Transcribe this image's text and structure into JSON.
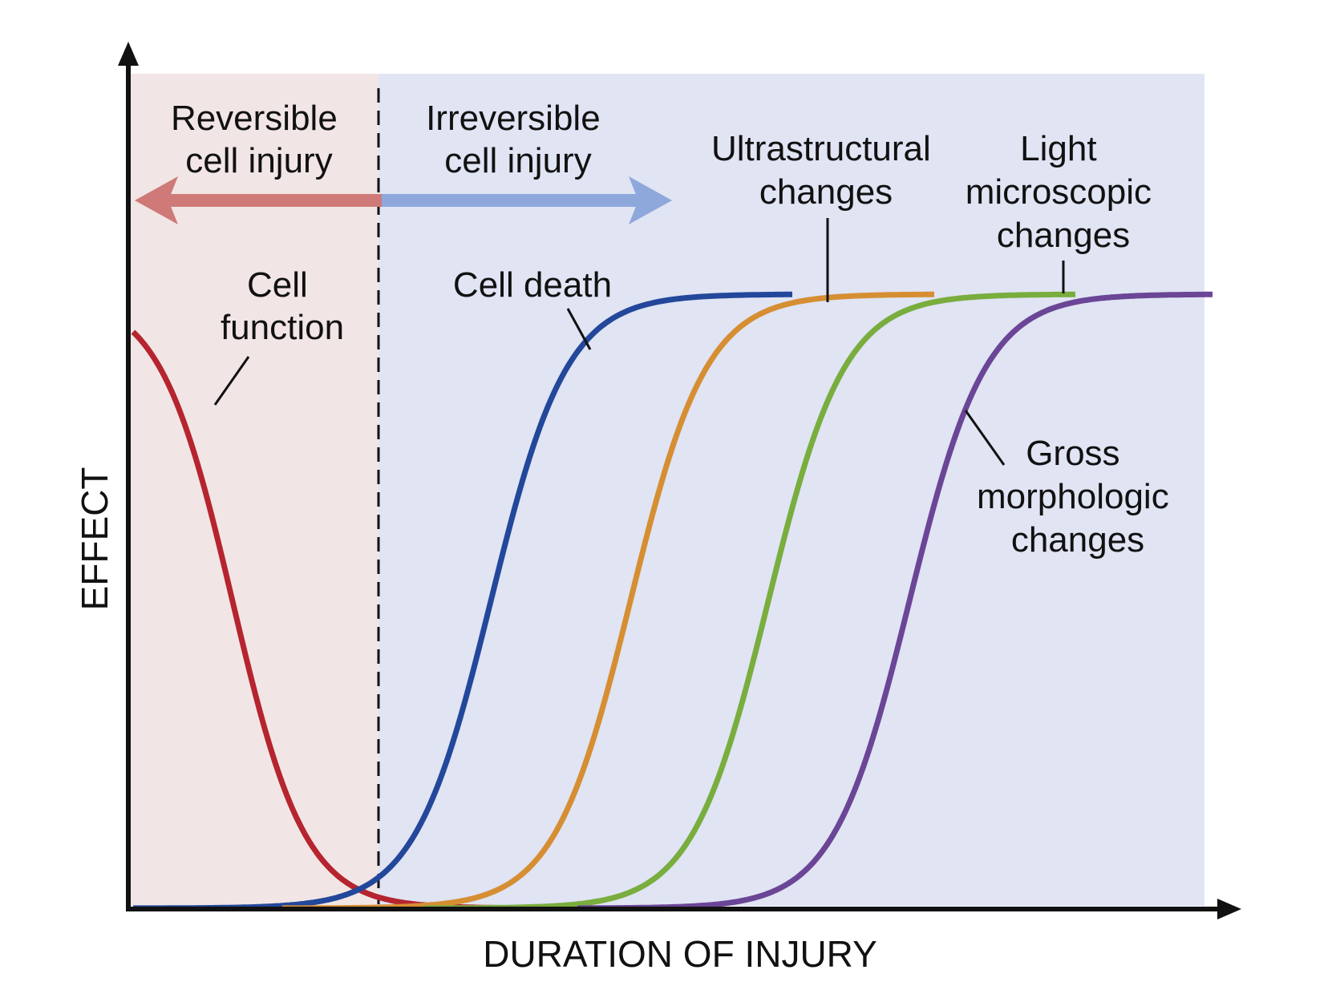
{
  "axes": {
    "x_label": "DURATION OF INJURY",
    "y_label": "EFFECT"
  },
  "regions": {
    "reversible": {
      "label": [
        "Reversible",
        "cell injury"
      ],
      "color": "#f1e6e5"
    },
    "irreversible": {
      "label": [
        "Irreversible",
        "cell injury"
      ],
      "color": "#e0e4f3"
    }
  },
  "arrows": {
    "left_color": "#cf7a78",
    "right_color": "#8ea8dc"
  },
  "curves": [
    {
      "id": "cell-function",
      "label": [
        "Cell",
        "function"
      ],
      "color": "#b5242f",
      "direction": "decreasing"
    },
    {
      "id": "cell-death",
      "label": [
        "Cell death"
      ],
      "color": "#23479a",
      "direction": "increasing"
    },
    {
      "id": "ultrastructural",
      "label": [
        "Ultrastructural",
        "changes"
      ],
      "color": "#d68e33",
      "direction": "increasing"
    },
    {
      "id": "light-microscopic",
      "label": [
        "Light",
        "microscopic",
        "changes"
      ],
      "color": "#79ad3e",
      "direction": "increasing"
    },
    {
      "id": "gross-morphologic",
      "label": [
        "Gross",
        "morphologic",
        "changes"
      ],
      "color": "#6b4596",
      "direction": "increasing"
    }
  ]
}
